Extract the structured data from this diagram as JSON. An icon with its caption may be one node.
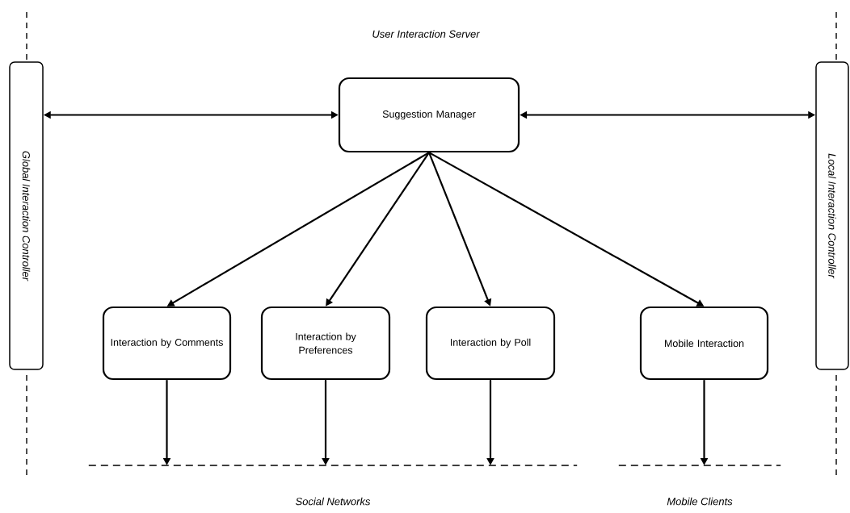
{
  "diagram": {
    "nodes": [
      {
        "text": [
          "Global Interaction Controller"
        ]
      },
      {
        "text": [
          "Suggestion Manager"
        ]
      },
      {
        "text": [
          "Local Interaction Controller"
        ]
      },
      {
        "text": [
          "Interaction by Comments"
        ]
      },
      {
        "text": [
          "Interaction by Preferences"
        ]
      },
      {
        "text": [
          "Interaction by Poll"
        ]
      },
      {
        "text": [
          "Mobile Interaction"
        ]
      },
      {
        "text": [
          "Social Networks"
        ]
      },
      {
        "text": [
          "Mobile Clients"
        ]
      }
    ],
    "edges": [
      {
        "from": 1,
        "to": 0,
        "arrow": "both"
      },
      {
        "from": 1,
        "to": 2,
        "arrow": "both"
      },
      {
        "from": 1,
        "to": 3,
        "arrow": "to"
      },
      {
        "from": 1,
        "to": 4,
        "arrow": "to"
      },
      {
        "from": 1,
        "to": 5,
        "arrow": "to"
      },
      {
        "from": 1,
        "to": 6,
        "arrow": "to"
      },
      {
        "from": 3,
        "to": 7,
        "arrow": "to"
      },
      {
        "from": 4,
        "to": 7,
        "arrow": "to"
      },
      {
        "from": 5,
        "to": 7,
        "arrow": "to"
      },
      {
        "from": 6,
        "to": 8,
        "arrow": "to"
      }
    ],
    "labels": [
      "User Interaction Server"
    ]
  }
}
